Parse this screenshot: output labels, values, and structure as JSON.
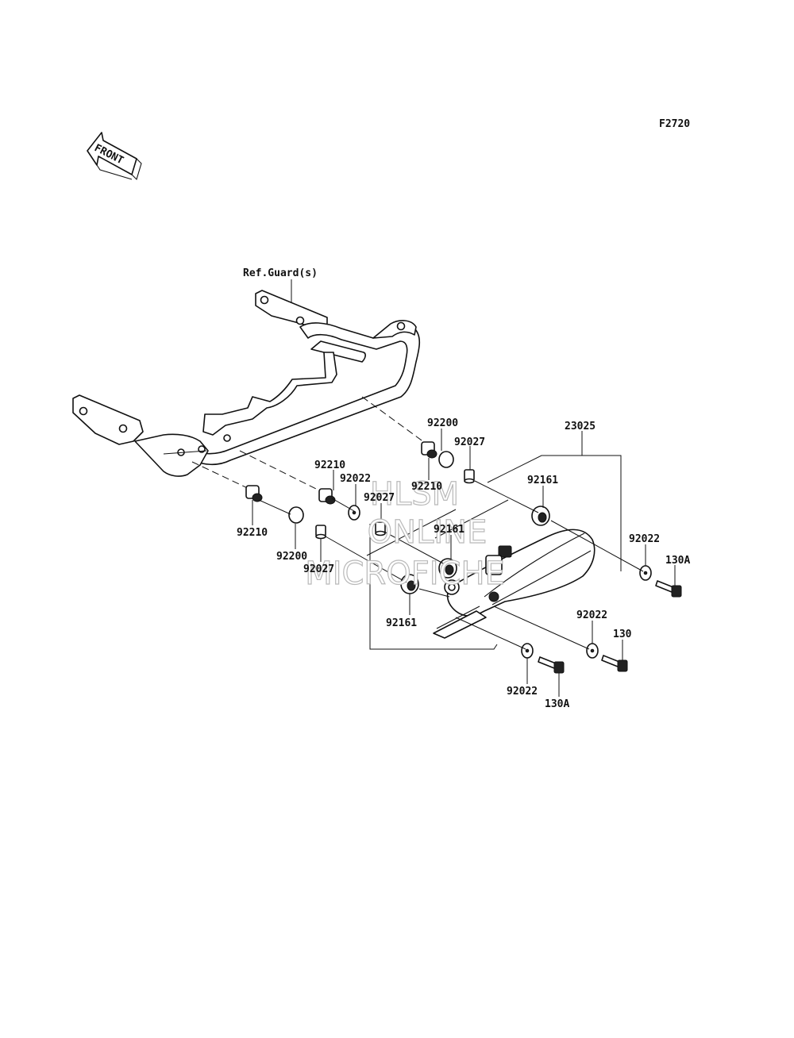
{
  "diagram_code": "F2720",
  "front_label": "FRONT",
  "ref_label": "Ref.Guard(s)",
  "watermark": [
    "HLSM",
    "ONLINE",
    "MICROFICHE"
  ],
  "parts": {
    "p92200_a": "92200",
    "p92027_a": "92027",
    "p23025": "23025",
    "p92210_a": "92210",
    "p92022_a": "92022",
    "p92210_b": "92210",
    "p92027_b": "92027",
    "p92161_a": "92161",
    "p92161_b": "92161",
    "p92210_c": "92210",
    "p92200_b": "92200",
    "p92027_c": "92027",
    "p92022_b": "92022",
    "p130A_a": "130A",
    "p92161_c": "92161",
    "p92022_c": "92022",
    "p130": "130",
    "p92022_d": "92022",
    "p130A_b": "130A"
  }
}
